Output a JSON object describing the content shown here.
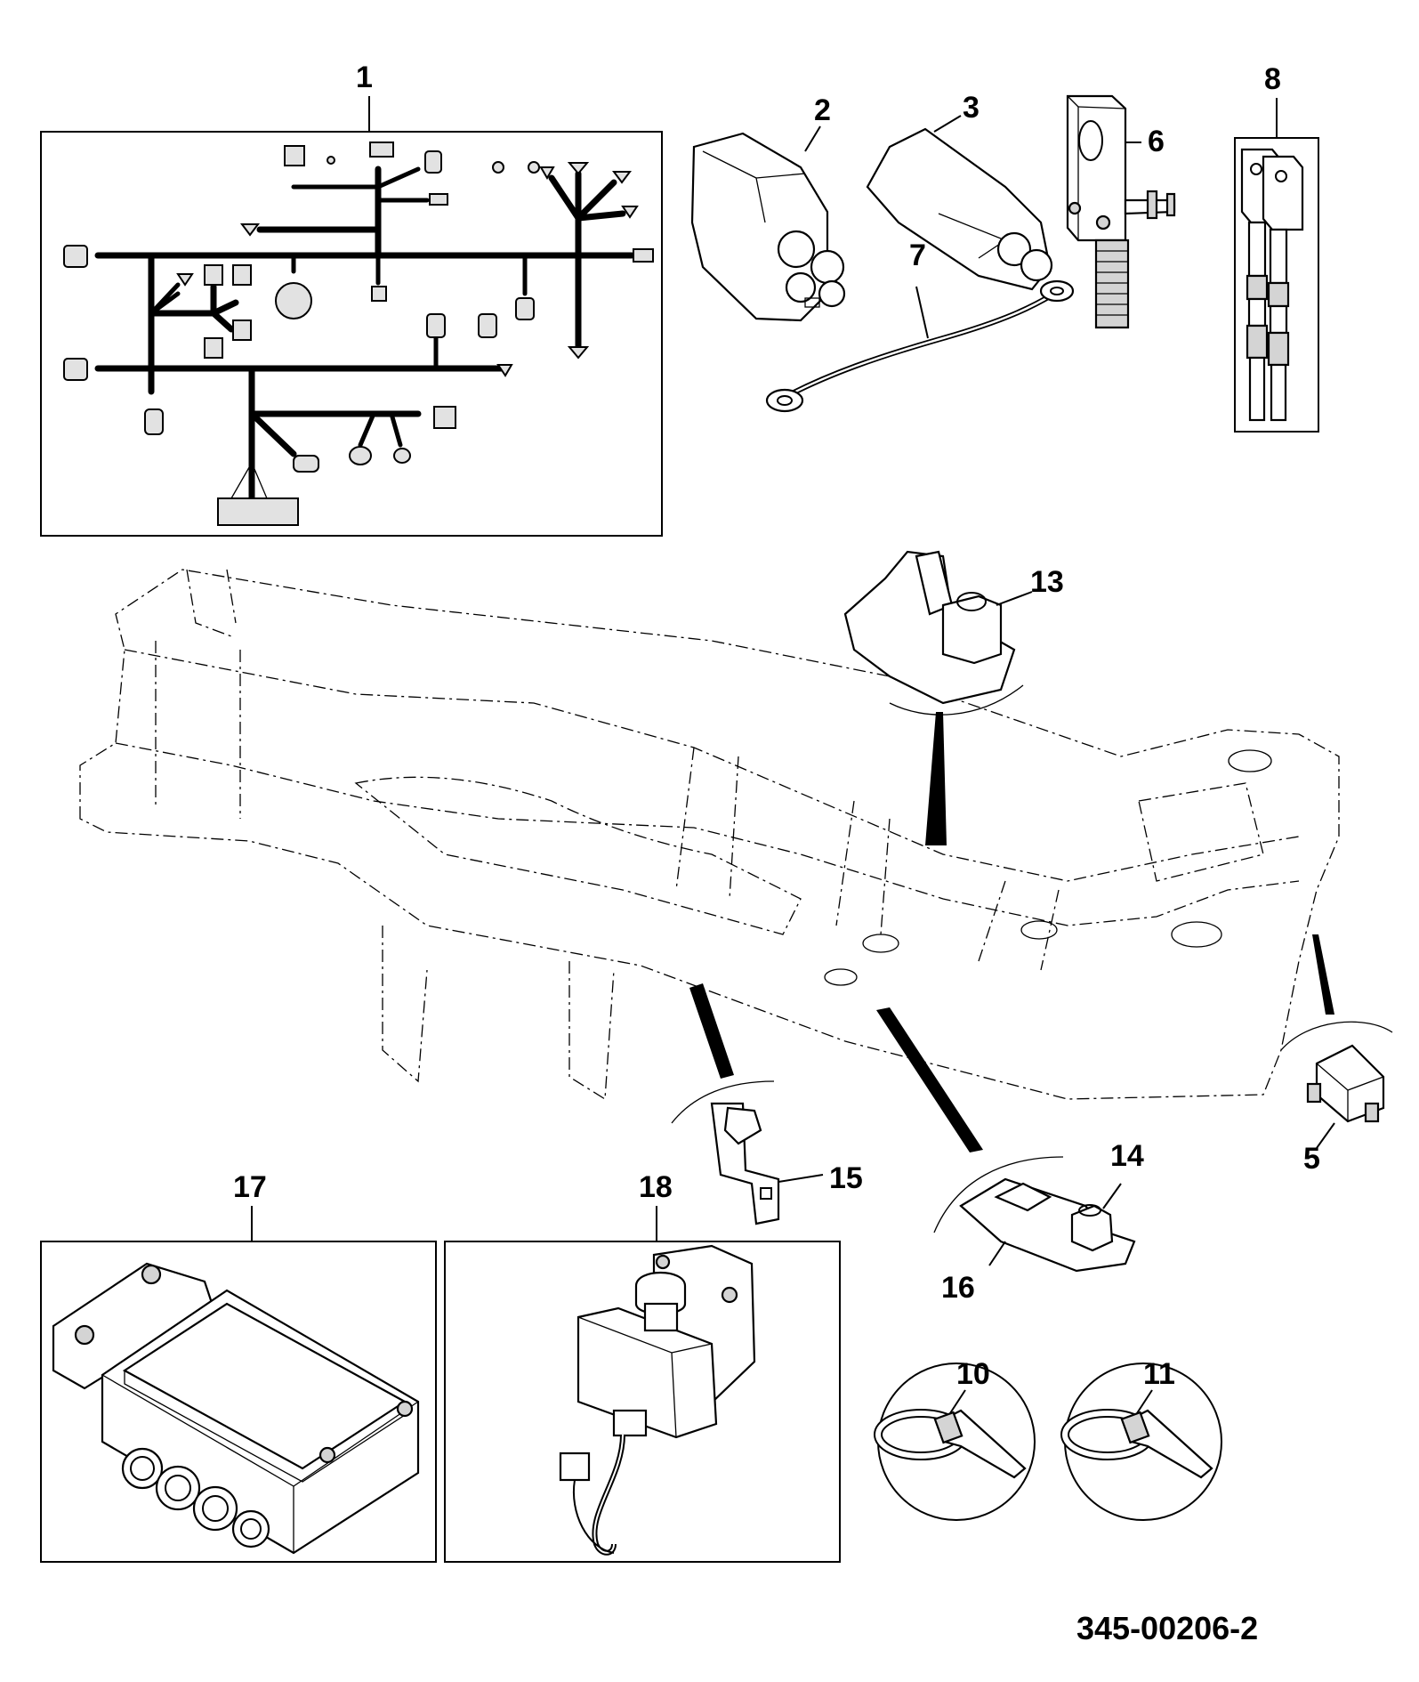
{
  "callouts": {
    "c1": "1",
    "c2": "2",
    "c3": "3",
    "c5": "5",
    "c6": "6",
    "c7": "7",
    "c8": "8",
    "c10": "10",
    "c11": "11",
    "c13": "13",
    "c14": "14",
    "c15": "15",
    "c16": "16",
    "c17": "17",
    "c18": "18"
  },
  "reference": "345-00206-2"
}
